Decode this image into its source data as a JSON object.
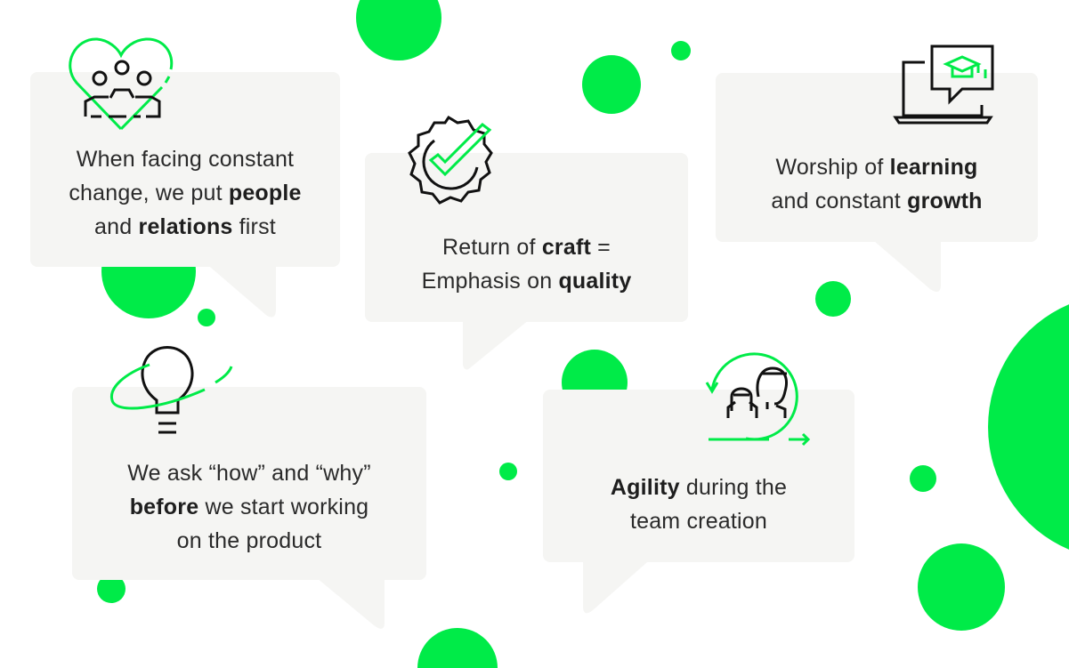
{
  "colors": {
    "accent": "#00EB48",
    "bubble": "#F5F5F3",
    "text": "#2a2a2a"
  },
  "cards": [
    {
      "icon": "heart-people-icon",
      "lines": [
        [
          {
            "t": "When facing constant"
          }
        ],
        [
          {
            "t": "change, we put "
          },
          {
            "t": "people",
            "b": true
          }
        ],
        [
          {
            "t": "and "
          },
          {
            "t": "relations",
            "b": true
          },
          {
            "t": " first"
          }
        ]
      ]
    },
    {
      "icon": "quality-badge-check-icon",
      "lines": [
        [
          {
            "t": "Return of "
          },
          {
            "t": "craft",
            "b": true
          },
          {
            "t": " ="
          }
        ],
        [
          {
            "t": "Emphasis on "
          },
          {
            "t": "quality",
            "b": true
          }
        ]
      ]
    },
    {
      "icon": "laptop-graduation-icon",
      "lines": [
        [
          {
            "t": "Worship of "
          },
          {
            "t": "learning",
            "b": true
          }
        ],
        [
          {
            "t": "and constant "
          },
          {
            "t": "growth",
            "b": true
          }
        ]
      ]
    },
    {
      "icon": "lightbulb-orbit-icon",
      "lines": [
        [
          {
            "t": "We ask “how” and “why”"
          }
        ],
        [
          {
            "t": "before",
            "b": true
          },
          {
            "t": " we start working"
          }
        ],
        [
          {
            "t": "on the product"
          }
        ]
      ]
    },
    {
      "icon": "team-cycle-icon",
      "lines": [
        [
          {
            "t": "Agility",
            "b": true
          },
          {
            "t": " during the"
          }
        ],
        [
          {
            "t": "team creation"
          }
        ]
      ]
    }
  ]
}
